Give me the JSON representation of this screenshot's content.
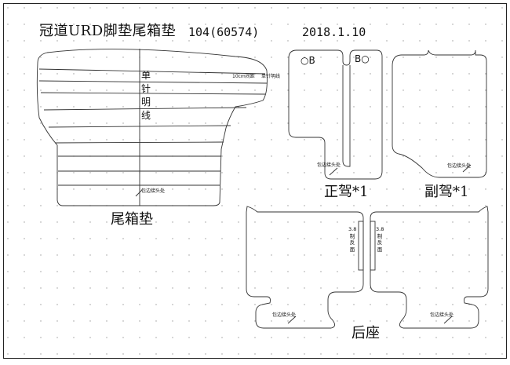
{
  "header": {
    "title": "冠道URD脚垫尾箱垫",
    "code": "104(60574)",
    "date": "2018.1.10"
  },
  "trunk_mat": {
    "caption": "尾箱垫",
    "stitch_label": "单针明线",
    "spacing_note": "10cm间距",
    "stitch_note": "单针明线",
    "seam_note": "包边接头处"
  },
  "driver_mat": {
    "caption": "正驾*1",
    "seam_note": "包边接头处",
    "hole_left": "○B",
    "hole_right": "B○"
  },
  "passenger_mat": {
    "caption": "副驾*1",
    "seam_note": "包边接头处"
  },
  "rear_mat": {
    "caption": "后座",
    "left_note": "3.8制反面",
    "right_note": "3.8制反面",
    "seam_note_left": "包边接头处",
    "seam_note_right": "包边接头处"
  }
}
